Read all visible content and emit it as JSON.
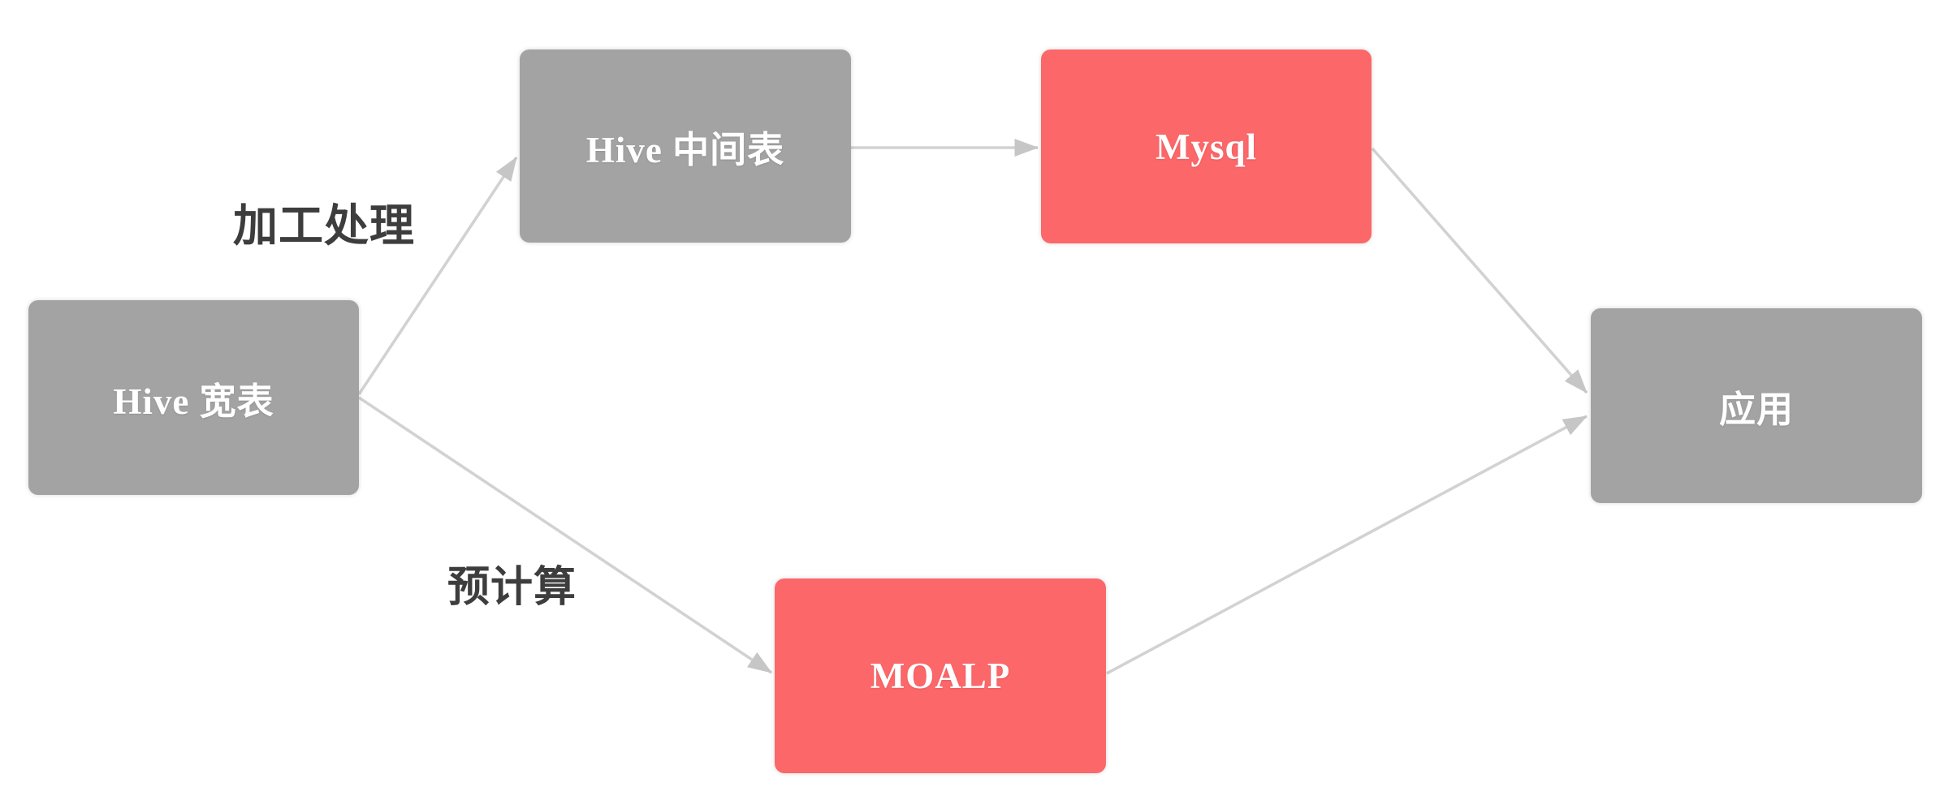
{
  "diagram": {
    "background": "#ffffff",
    "nodes": [
      {
        "id": "hive-wide-table",
        "label": "Hive 宽表",
        "color": "#a3a3a3",
        "text_color": "#ffffff",
        "kind": "gray"
      },
      {
        "id": "hive-intermediate-table",
        "label": "Hive 中间表",
        "color": "#a3a3a3",
        "text_color": "#ffffff",
        "kind": "gray"
      },
      {
        "id": "mysql",
        "label": "Mysql",
        "color": "#fc6769",
        "text_color": "#ffffff",
        "kind": "red"
      },
      {
        "id": "moalp",
        "label": "MOALP",
        "color": "#fc6769",
        "text_color": "#ffffff",
        "kind": "red"
      },
      {
        "id": "application",
        "label": "应用",
        "color": "#a3a3a3",
        "text_color": "#ffffff",
        "kind": "gray"
      }
    ],
    "edges": [
      {
        "from": "Hive 宽表",
        "to": "Hive 中间表",
        "label": "加工处理"
      },
      {
        "from": "Hive 中间表",
        "to": "Mysql",
        "label": ""
      },
      {
        "from": "Mysql",
        "to": "应用",
        "label": ""
      },
      {
        "from": "Hive 宽表",
        "to": "MOALP",
        "label": "预计算"
      },
      {
        "from": "MOALP",
        "to": "应用",
        "label": ""
      }
    ],
    "colors": {
      "arrow_line": "#d2d2d2",
      "arrow_head": "#c6c6c6",
      "edge_label_text": "#3d3d3d"
    }
  }
}
